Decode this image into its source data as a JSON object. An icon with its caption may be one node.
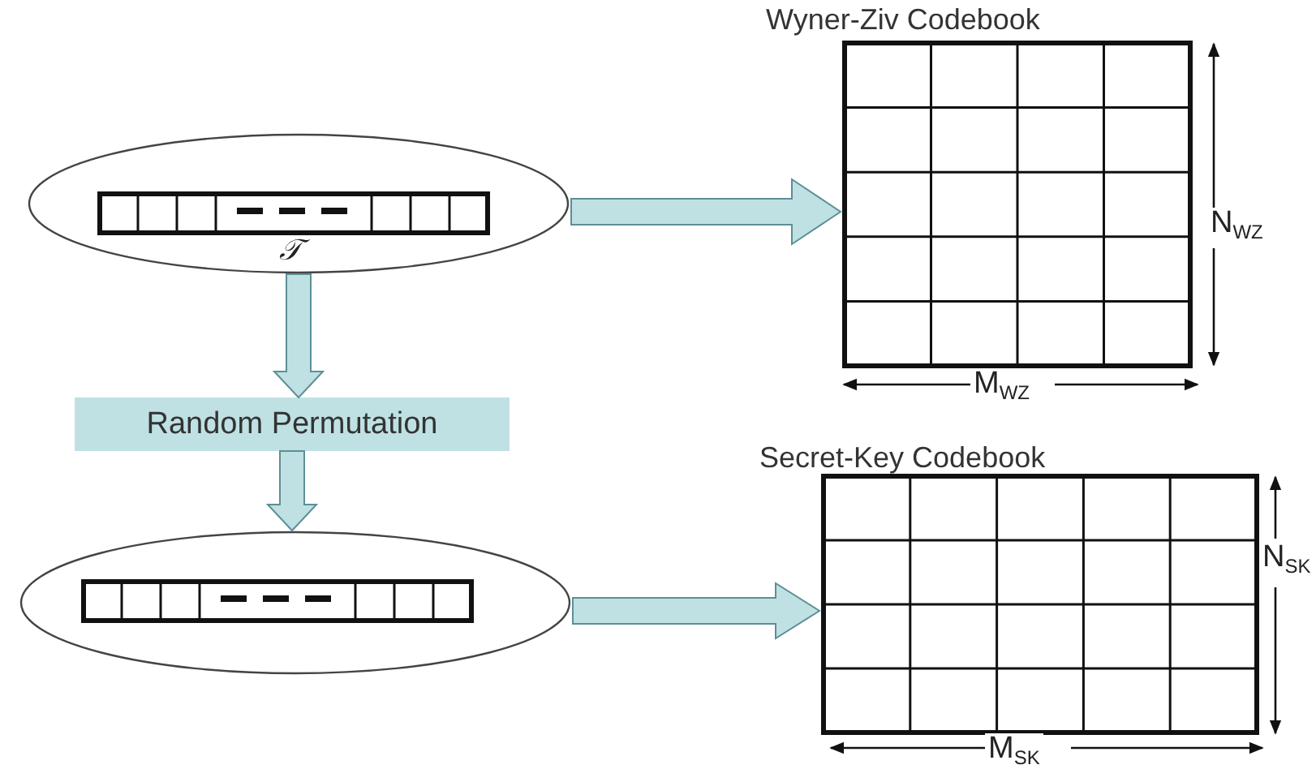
{
  "diagram": {
    "nodes": [
      {
        "text": [
          "𝒯"
        ]
      },
      {
        "text": [
          "Wyner-Ziv Codebook"
        ]
      },
      {
        "text": [
          "Random Permutation"
        ]
      },
      {
        "text": [],
        "shape": "ellipse"
      },
      {
        "text": [
          "Secret-Key Codebook"
        ]
      }
    ],
    "edges": [
      {
        "from": 0,
        "to": 1,
        "arrow": "to"
      },
      {
        "from": 0,
        "to": 2,
        "arrow": "to"
      },
      {
        "from": 2,
        "to": 3,
        "arrow": "to"
      },
      {
        "from": 3,
        "to": 4,
        "arrow": "to"
      }
    ],
    "labels": [
      "N$_{WZ}$",
      "M$_{WZ}$",
      "N$_{SK}$",
      "M$_{SK}$"
    ]
  }
}
